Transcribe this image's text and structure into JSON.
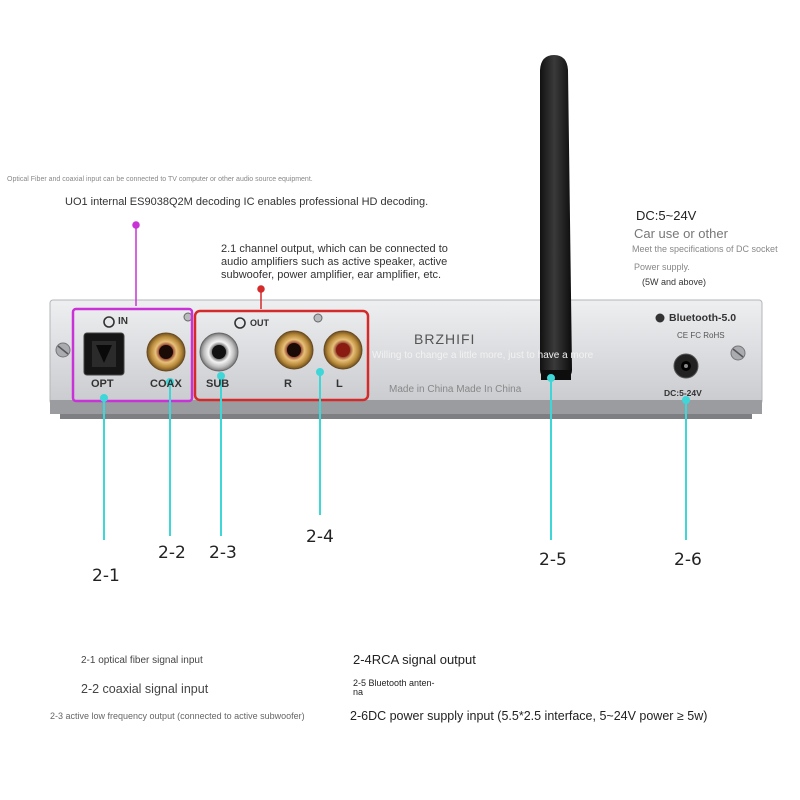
{
  "top_notes": {
    "optical_coax": "Optical Fiber and coaxial input can be connected to TV computer or other audio source equipment.",
    "decoding": "UO1 internal ES9038Q2M decoding IC enables professional HD decoding.",
    "channel_line1": "2.1 channel output, which can be connected to",
    "channel_line2": "audio amplifiers such as active speaker, active",
    "channel_line3": "subwoofer, power amplifier, ear amplifier, etc."
  },
  "power_notes": {
    "dc": "DC:5~24V",
    "car": "Car use or other",
    "meet": "Meet the specifications of DC socket",
    "supply": "Power supply.",
    "watts": "(5W and above)"
  },
  "panel": {
    "in_label": "IN",
    "out_label": "OUT",
    "opt": "OPT",
    "coax": "COAX",
    "sub": "SUB",
    "r": "R",
    "l": "L",
    "brand": "BRZHIFI",
    "watermark": "Willing to change a little more, just to have a more",
    "made_in": "Made in China Made In China",
    "bluetooth": "Bluetooth-5.0",
    "cert": "CE FC RoHS",
    "dc_label": "DC:5-24V"
  },
  "callouts": {
    "c21": "2-1",
    "c22": "2-2",
    "c23": "2-3",
    "c24": "2-4",
    "c25": "2-5",
    "c26": "2-6"
  },
  "legend": {
    "l21": "2-1 optical fiber signal input",
    "l22": "2-2 coaxial signal input",
    "l23": "2-3 active low frequency output (connected to active subwoofer)",
    "l24": "2-4RCA signal output",
    "l25a": "2-5 Bluetooth anten-",
    "l25b": "na",
    "l26": "2-6DC power supply input (5.5*2.5 interface, 5~24V power ≥ 5w)"
  },
  "colors": {
    "input_box": "#c832d6",
    "output_box": "#d42a2a",
    "pointer": "#3fd6d8",
    "panel": "#dedfe2"
  }
}
